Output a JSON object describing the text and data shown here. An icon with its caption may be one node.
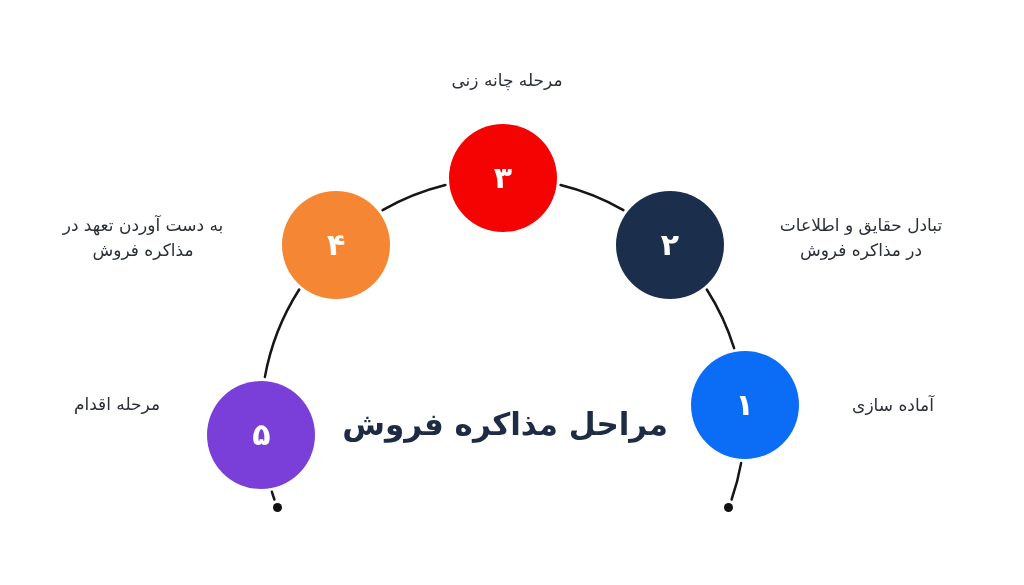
{
  "diagram": {
    "title": "مراحل مذاکره فروش",
    "nodes": [
      {
        "text": [
          "۱"
        ],
        "beside": [
          "آماده سازی"
        ]
      },
      {
        "text": [
          "۲"
        ],
        "beside": [
          "تبادل حقایق و اطلاعات در مذاکره فروش"
        ]
      },
      {
        "text": [
          "۳"
        ],
        "beside": [
          "مرحله چانه زنی"
        ]
      },
      {
        "text": [
          "۴"
        ],
        "beside": [
          "به دست آوردن تعهد در مذاکره فروش"
        ]
      },
      {
        "text": [
          "۵"
        ],
        "beside": [
          "مرحله اقدام"
        ]
      },
      {
        "text": [],
        "shape": "dot"
      },
      {
        "text": [],
        "shape": "dot"
      }
    ],
    "edges": [
      {
        "from": 6,
        "to": 0,
        "arrow": "none"
      },
      {
        "from": 0,
        "to": 1,
        "arrow": "none"
      },
      {
        "from": 1,
        "to": 2,
        "arrow": "none"
      },
      {
        "from": 2,
        "to": 3,
        "arrow": "none"
      },
      {
        "from": 3,
        "to": 4,
        "arrow": "none"
      },
      {
        "from": 4,
        "to": 5,
        "arrow": "none"
      }
    ]
  }
}
